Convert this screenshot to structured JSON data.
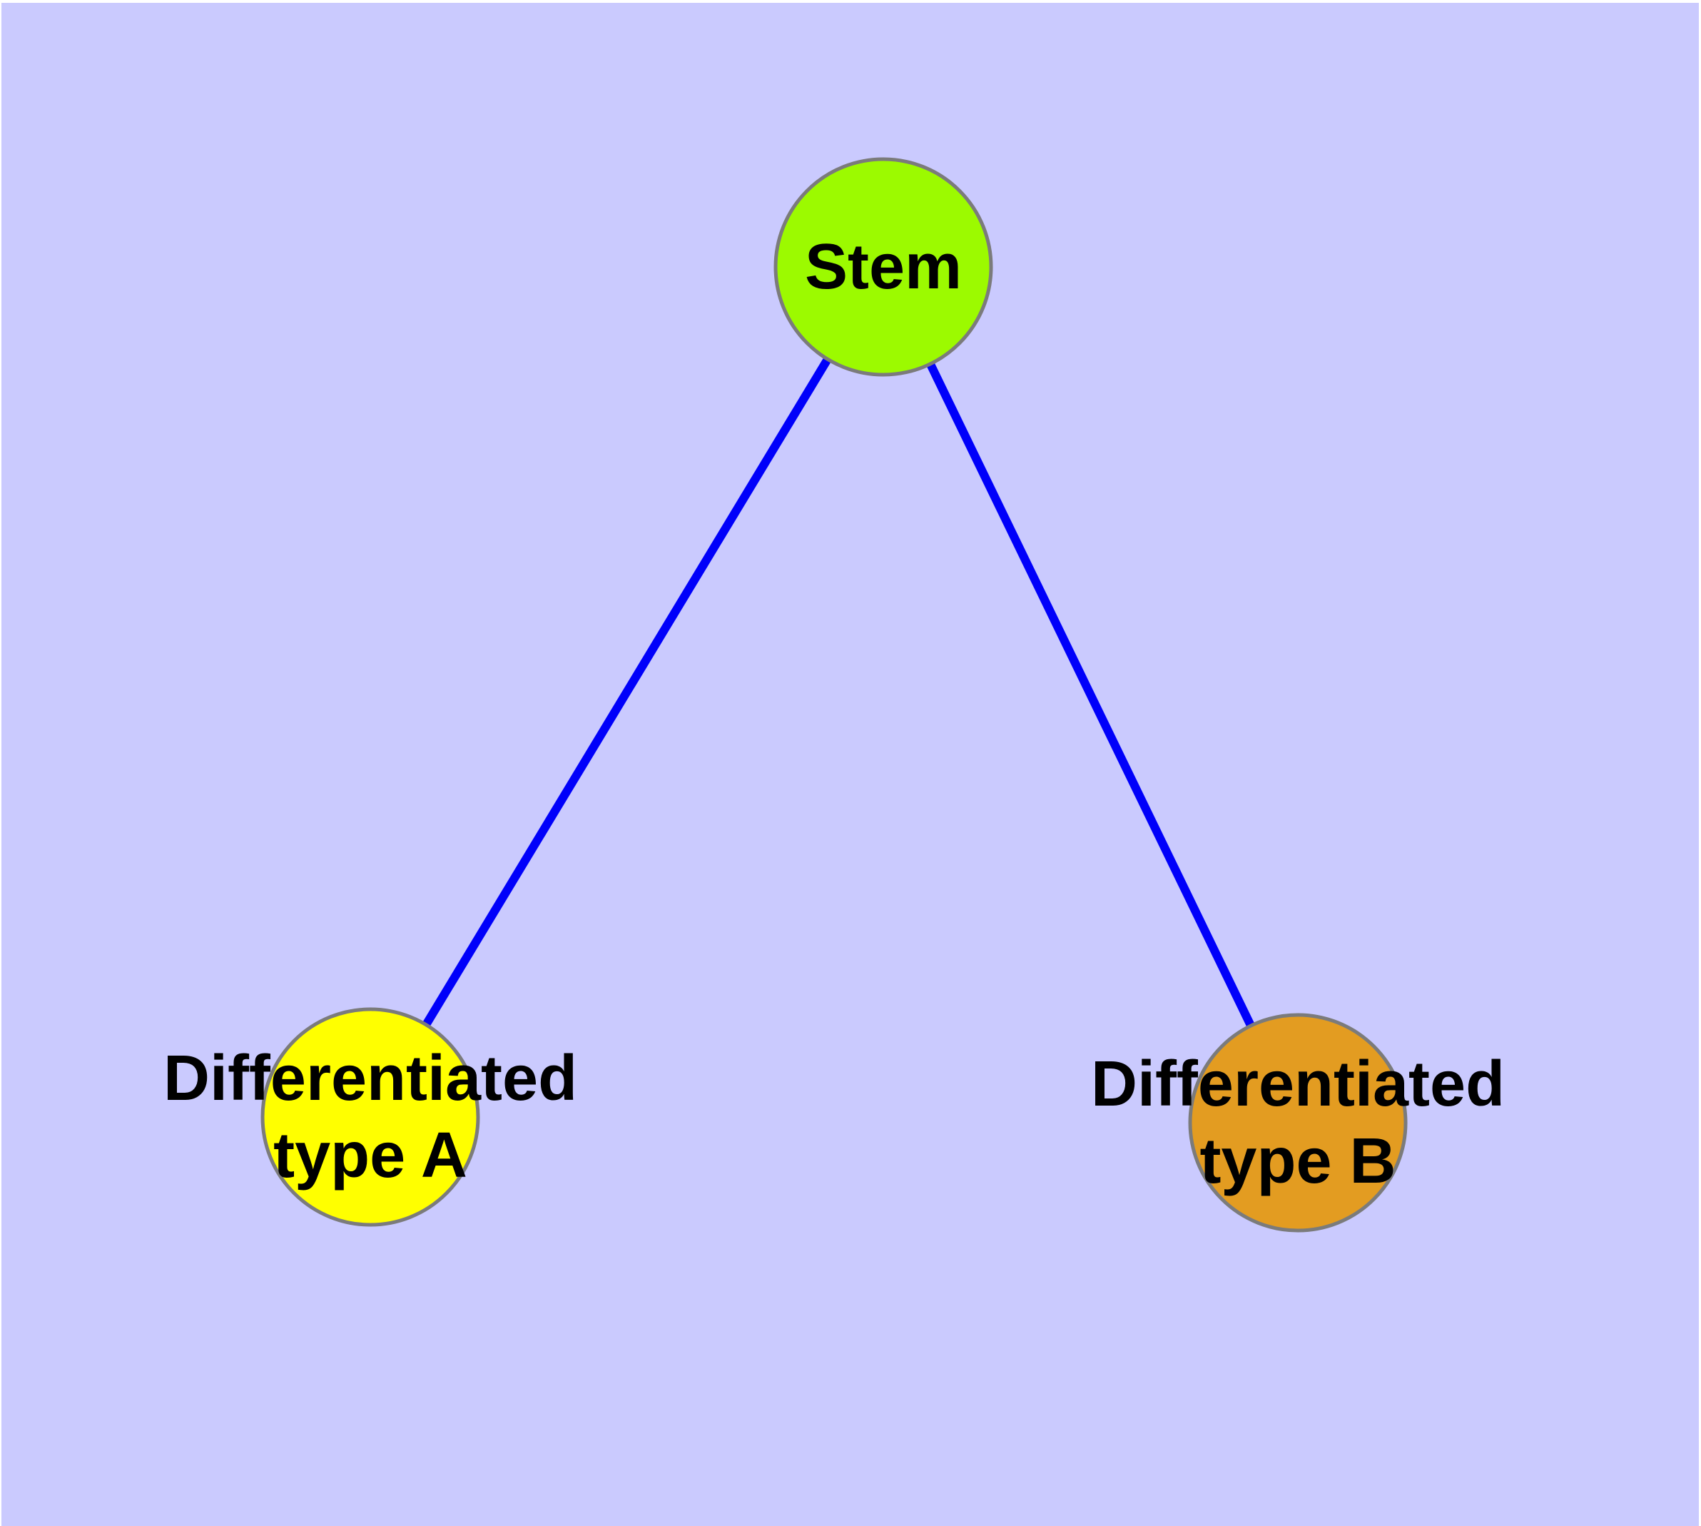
{
  "diagram": {
    "kind": "node-link-graph",
    "background_color": "#CACAFE",
    "border_color": "#FFFFFF"
  },
  "nodes": {
    "stem": {
      "label": "Stem",
      "fill": "#9CFA00",
      "stroke": "#7B7B7B"
    },
    "type_a": {
      "label_line1": "Differentiated",
      "label_line2": "type A",
      "fill": "#FFFF00",
      "stroke": "#7B7B7B"
    },
    "type_b": {
      "label_line1": "Differentiated",
      "label_line2": "type B",
      "fill": "#E39C21",
      "stroke": "#7B7B7B"
    }
  },
  "edges": {
    "color": "#0000FA",
    "items": [
      {
        "from": "Stem",
        "to": "Differentiated type A"
      },
      {
        "from": "Stem",
        "to": "Differentiated type B"
      }
    ]
  }
}
